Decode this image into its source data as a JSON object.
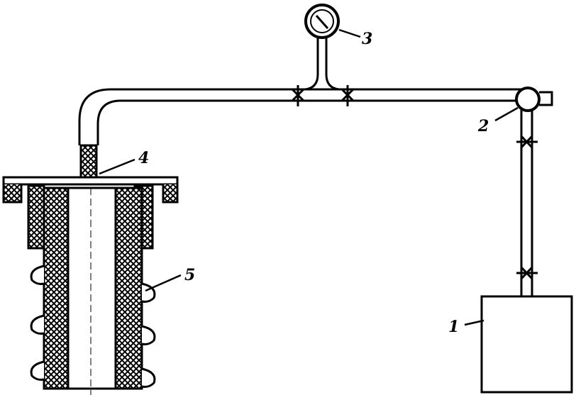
{
  "diagram": {
    "labels": {
      "source": "1",
      "valve_junction": "2",
      "pressure_gauge": "3",
      "connector": "4",
      "bushing": "5"
    },
    "colors": {
      "ink": "#000000",
      "background": "#ffffff"
    }
  }
}
